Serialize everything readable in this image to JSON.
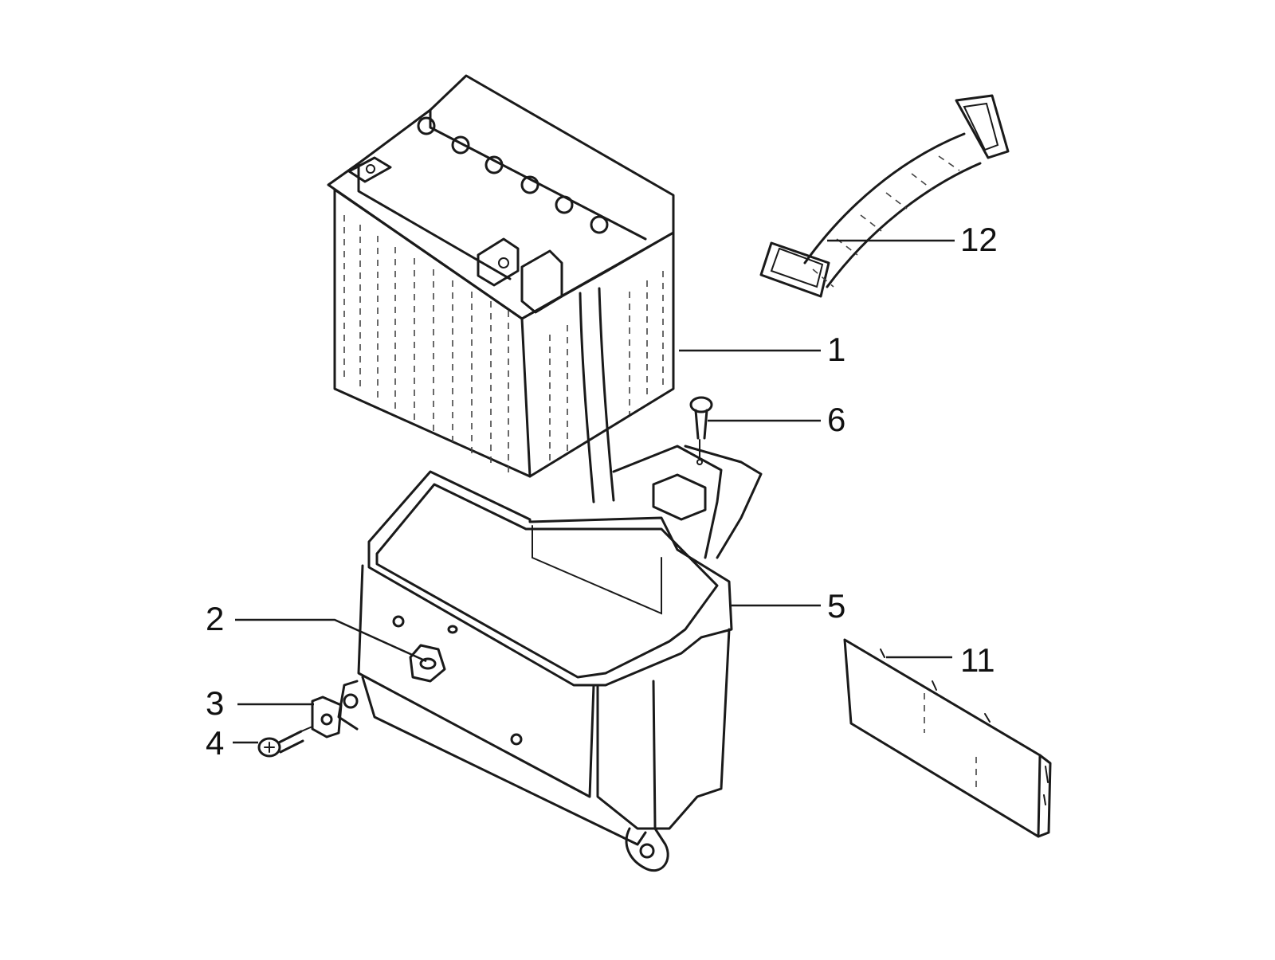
{
  "diagram": {
    "labels": {
      "battery": "1",
      "bracket": "2",
      "nut": "3",
      "screw": "4",
      "battery_box": "5",
      "bolt": "6",
      "cover": "11",
      "strap": "12"
    }
  },
  "colors": {
    "ink": "#1a1a1a",
    "background": "#ffffff"
  }
}
